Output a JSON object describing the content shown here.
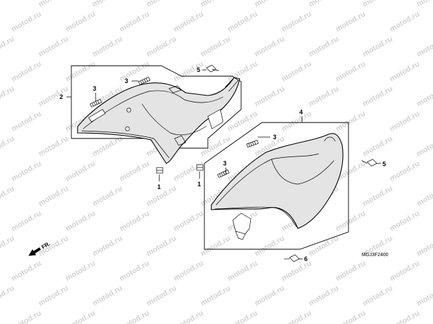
{
  "watermark": {
    "text": "motod.ru"
  },
  "drawing": {
    "code": "MGJ3F2400"
  },
  "direction": {
    "label": "FR."
  },
  "callouts": {
    "left_panel": "2",
    "right_panel": "4",
    "left_spring": "3",
    "left_spring_2": "3",
    "right_spring": "3",
    "right_spring_2": "3",
    "left_screw": "5",
    "right_screw": "5",
    "grommet_left": "1",
    "grommet_mid": "1",
    "bottom_screw": "6"
  },
  "colors": {
    "line": "#000000",
    "watermark": "#d2d2d2",
    "panel_fill": "#e4e4e4"
  }
}
